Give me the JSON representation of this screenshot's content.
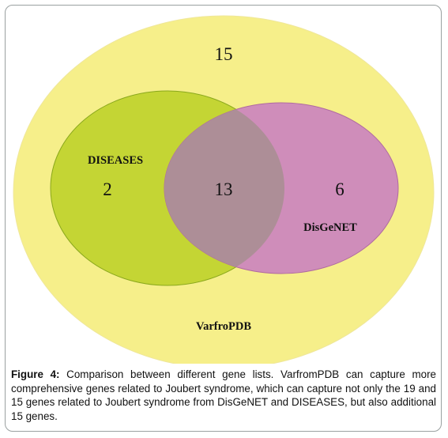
{
  "diagram": {
    "colors": {
      "outer_fill": "#f6ef8a",
      "outer_stroke": "#efe79a",
      "diseases_fill": "#c4d534",
      "diseases_stroke": "#8aa81c",
      "disgenet_fill": "#cf8dba",
      "disgenet_stroke": "#b06aa0",
      "overlap_fill": "#ad8e97"
    },
    "sets": {
      "varfropdb": {
        "label": "VarfroPDB",
        "only_count": "15"
      },
      "diseases": {
        "label": "DISEASES",
        "only_count": "2"
      },
      "disgenet": {
        "label": "DisGeNET",
        "only_count": "6"
      }
    },
    "overlap_count": "13"
  },
  "caption": {
    "label": "Figure 4:",
    "text": " Comparison between different gene lists. VarfromPDB can capture more comprehensive genes related to Joubert syndrome, which can capture not only the 19 and 15 genes related to Joubert syndrome from DisGeNET and DISEASES, but also additional 15 genes."
  }
}
